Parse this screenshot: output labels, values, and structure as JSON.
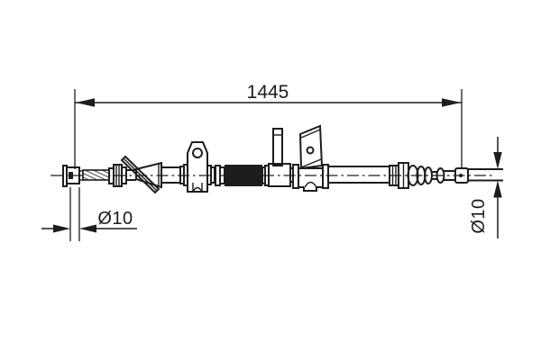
{
  "drawing": {
    "background_color": "#ffffff",
    "stroke_color": "#1d1d1b",
    "dimensions": {
      "length": {
        "label": "1445"
      },
      "diameter_left": {
        "label": "Ø10"
      },
      "diameter_right": {
        "label": "Ø10"
      }
    }
  }
}
